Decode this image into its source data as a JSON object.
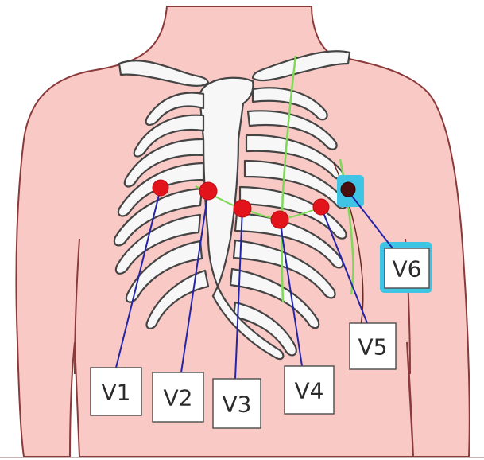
{
  "diagram": {
    "leads": [
      {
        "id": "V1",
        "label": "V1"
      },
      {
        "id": "V2",
        "label": "V2"
      },
      {
        "id": "V3",
        "label": "V3"
      },
      {
        "id": "V4",
        "label": "V4"
      },
      {
        "id": "V5",
        "label": "V5"
      },
      {
        "id": "V6",
        "label": "V6",
        "highlighted": true
      }
    ]
  },
  "colors": {
    "skin": "#f9c9c6",
    "skin_outline": "#8a3a3a",
    "bone": "#f7f7f7",
    "bone_outline": "#444444",
    "electrode": "#e3131b",
    "wire": "#2424a8",
    "guide_line": "#7ed957",
    "highlight": "#3fc4e6"
  }
}
